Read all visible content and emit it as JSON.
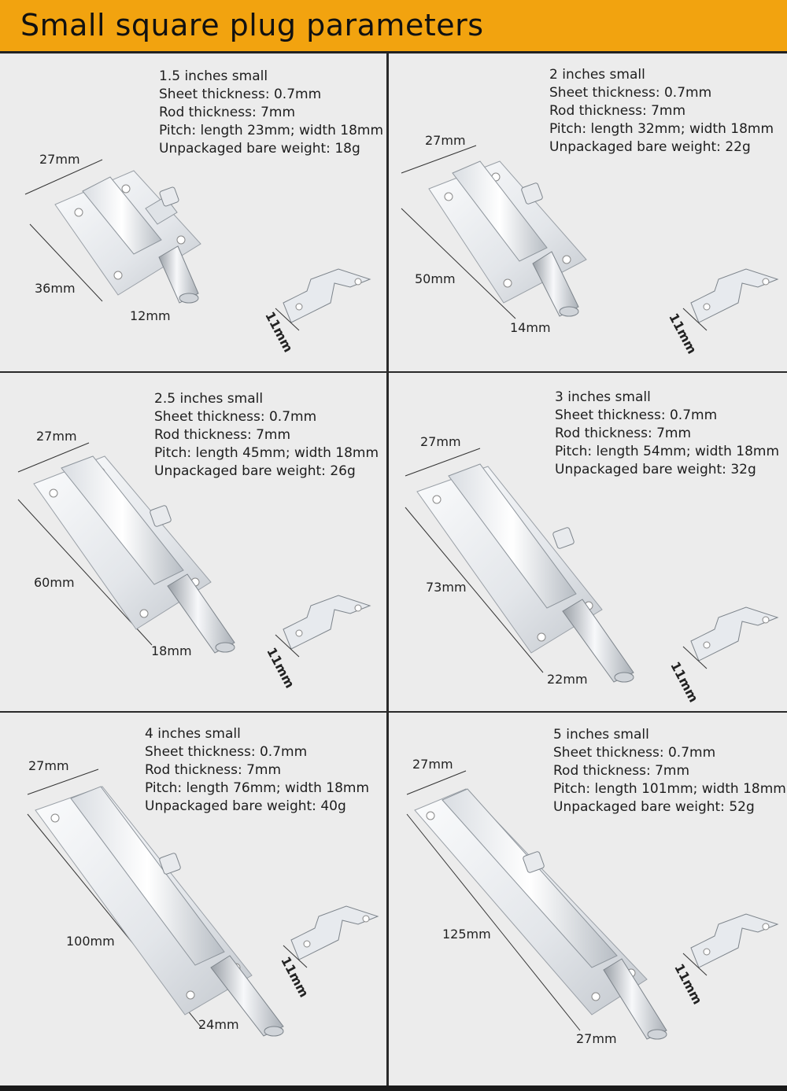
{
  "header": {
    "title": "Small square plug parameters"
  },
  "colors": {
    "header_bg": "#f2a30f",
    "metal_light": "#f4f6f8",
    "metal_mid": "#c9ced4",
    "metal_dark": "#8e959c"
  },
  "panels": [
    {
      "size": "1.5 inches small",
      "sheet": "Sheet thickness: 0.7mm",
      "rod": "Rod thickness: 7mm",
      "pitch": "Pitch: length 23mm; width 18mm",
      "weight": "Unpackaged bare weight: 18g",
      "dim_width": "27mm",
      "dim_length": "36mm",
      "dim_rod": "12mm",
      "dim_bracket": "11mm"
    },
    {
      "size": "2 inches small",
      "sheet": "Sheet thickness: 0.7mm",
      "rod": "Rod thickness: 7mm",
      "pitch": "Pitch: length 32mm; width 18mm",
      "weight": "Unpackaged bare weight: 22g",
      "dim_width": "27mm",
      "dim_length": "50mm",
      "dim_rod": "14mm",
      "dim_bracket": "11mm"
    },
    {
      "size": "2.5 inches small",
      "sheet": "Sheet thickness: 0.7mm",
      "rod": "Rod thickness: 7mm",
      "pitch": "Pitch: length 45mm; width 18mm",
      "weight": "Unpackaged bare weight: 26g",
      "dim_width": "27mm",
      "dim_length": "60mm",
      "dim_rod": "18mm",
      "dim_bracket": "11mm"
    },
    {
      "size": "3 inches small",
      "sheet": "Sheet thickness: 0.7mm",
      "rod": "Rod thickness: 7mm",
      "pitch": "Pitch: length 54mm; width 18mm",
      "weight": "Unpackaged bare weight: 32g",
      "dim_width": "27mm",
      "dim_length": "73mm",
      "dim_rod": "22mm",
      "dim_bracket": "11mm"
    },
    {
      "size": "4 inches small",
      "sheet": "Sheet thickness: 0.7mm",
      "rod": "Rod thickness: 7mm",
      "pitch": "Pitch: length 76mm; width 18mm",
      "weight": "Unpackaged bare weight: 40g",
      "dim_width": "27mm",
      "dim_length": "100mm",
      "dim_rod": "24mm",
      "dim_bracket": "11mm"
    },
    {
      "size": "5 inches small",
      "sheet": "Sheet thickness: 0.7mm",
      "rod": "Rod thickness: 7mm",
      "pitch": "Pitch: length 101mm; width 18mm",
      "weight": "Unpackaged bare weight: 52g",
      "dim_width": "27mm",
      "dim_length": "125mm",
      "dim_rod": "27mm",
      "dim_bracket": "11mm"
    }
  ]
}
